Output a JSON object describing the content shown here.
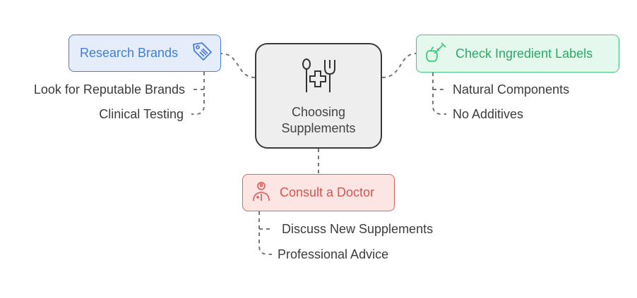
{
  "center": {
    "title_line1": "Choosing",
    "title_line2": "Supplements",
    "icon": "utensils-medical-cross-icon"
  },
  "branches": {
    "research": {
      "label": "Research Brands",
      "icon": "price-tag-icon",
      "items": [
        "Look for Reputable Brands",
        "Clinical Testing"
      ],
      "color": "#4a7fd6"
    },
    "ingredients": {
      "label": "Check Ingredient Labels",
      "icon": "apple-syringe-icon",
      "items": [
        "Natural Components",
        "No Additives"
      ],
      "color": "#3fc97c"
    },
    "doctor": {
      "label": "Consult a Doctor",
      "icon": "doctor-icon",
      "items": [
        "Discuss New Supplements",
        "Professional Advice"
      ],
      "color": "#e06660"
    }
  },
  "connector_color": "#777777"
}
